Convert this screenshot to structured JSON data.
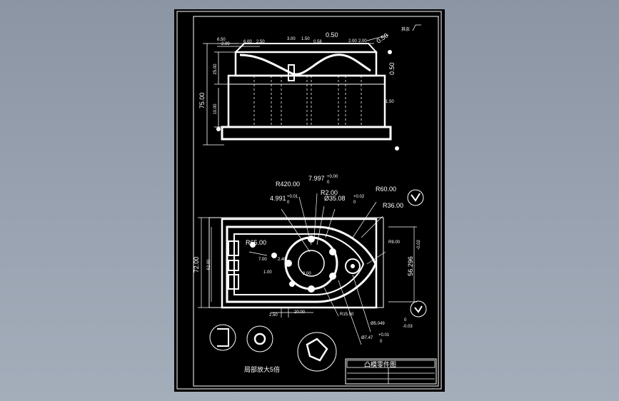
{
  "colors": {
    "background_top": "#8b95a4",
    "background_bottom": "#a4aebb",
    "sheet": "#000000",
    "lines": "#ffffff"
  },
  "top_view": {
    "dims_top": [
      "6.50",
      "2.00",
      "6.00",
      "2.50",
      "3.00",
      "1.50",
      "0.50",
      "0.58",
      "2.00",
      "2.00",
      "0.50",
      "0.50"
    ],
    "dims_left": [
      "25.00",
      "75.00",
      "10.00"
    ],
    "dim_right_a": "0.50",
    "dim_right_b": "1.50",
    "roughness_note": "其余"
  },
  "bottom_view": {
    "labels": {
      "r420": "R420.00",
      "tol_7997": "7.997",
      "tol_7997_up": "+0.00",
      "tol_7997_lo": "0",
      "r2": "R2.00",
      "dia35": "Ø35.08",
      "dia35_up": "+0.02",
      "dia35_lo": "0",
      "r60": "R60.00",
      "d4991": "4.991",
      "d4991_up": "+0.01",
      "d4991_lo": "0",
      "r36": "R36.00",
      "r65": "R65.00",
      "r9": "R9.00",
      "h72": "72.00",
      "h62": "62.00",
      "h56": "56.296",
      "h56_tol": "-0.02",
      "d7": "7.00",
      "d2": "2.40",
      "d1": "1.00",
      "d2b": "2.00",
      "d2c": "2.50",
      "d20": "20.00",
      "r1550": "R15.50",
      "dia5049": "Ø5.049",
      "dia5049_up": "0",
      "dia5049_lo": "-0.03",
      "dia747": "Ø7.47",
      "dia747_up": "+0.01",
      "dia747_lo": "0"
    }
  },
  "detail_note": "局部放大5倍",
  "title_block": {
    "title": "凸模零件图"
  }
}
